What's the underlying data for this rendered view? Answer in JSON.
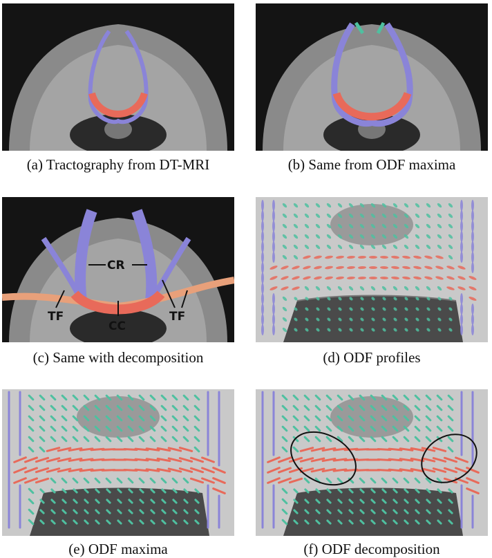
{
  "figure": {
    "panels": [
      {
        "id": "a",
        "caption": "(a) Tractography from DT-MRI"
      },
      {
        "id": "b",
        "caption": "(b) Same from ODF maxima"
      },
      {
        "id": "c",
        "caption": "(c) Same with decomposition",
        "labels": {
          "cr": "CR",
          "tf_left": "TF",
          "cc": "CC",
          "tf_right": "TF"
        }
      },
      {
        "id": "d",
        "caption": "(d) ODF profiles"
      },
      {
        "id": "e",
        "caption": "(e) ODF maxima"
      },
      {
        "id": "f",
        "caption": "(f) ODF decomposition"
      }
    ],
    "colors": {
      "fiber_lr": "#e86a5a",
      "fiber_si": "#8a84d8",
      "fiber_ap": "#4fc0a0",
      "brain_bg": "#1a1a1a"
    }
  }
}
